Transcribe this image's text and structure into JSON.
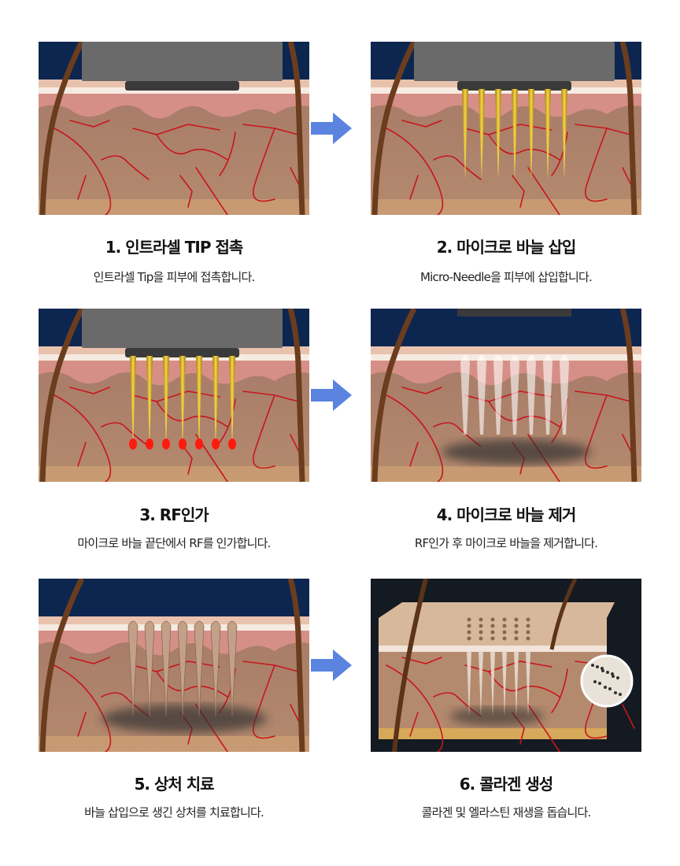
{
  "colors": {
    "arrow": "#5b84e0",
    "navy": "#0d2650",
    "skin": "#b68a72",
    "vein": "#c8161c",
    "needle": "#e0b418"
  },
  "steps": [
    {
      "title": "1. 인트라셀 TIP 접촉",
      "desc": "인트라셀 Tip을 피부에 접촉합니다."
    },
    {
      "title": "2. 마이크로 바늘 삽입",
      "desc": "Micro-Needle을 피부에 삽입합니다."
    },
    {
      "title": "3. RF인가",
      "desc": "마이크로 바늘 끝단에서 RF를 인가합니다."
    },
    {
      "title": "4. 마이크로 바늘 제거",
      "desc": "RF인가 후 마이크로 바늘을 제거합니다."
    },
    {
      "title": "5. 상처 치료",
      "desc": "바늘 삽입으로 생긴 상처를 치료합니다."
    },
    {
      "title": "6. 콜라겐 생성",
      "desc": "콜라겐 및 엘라스틴 재생을 돕습니다."
    }
  ]
}
